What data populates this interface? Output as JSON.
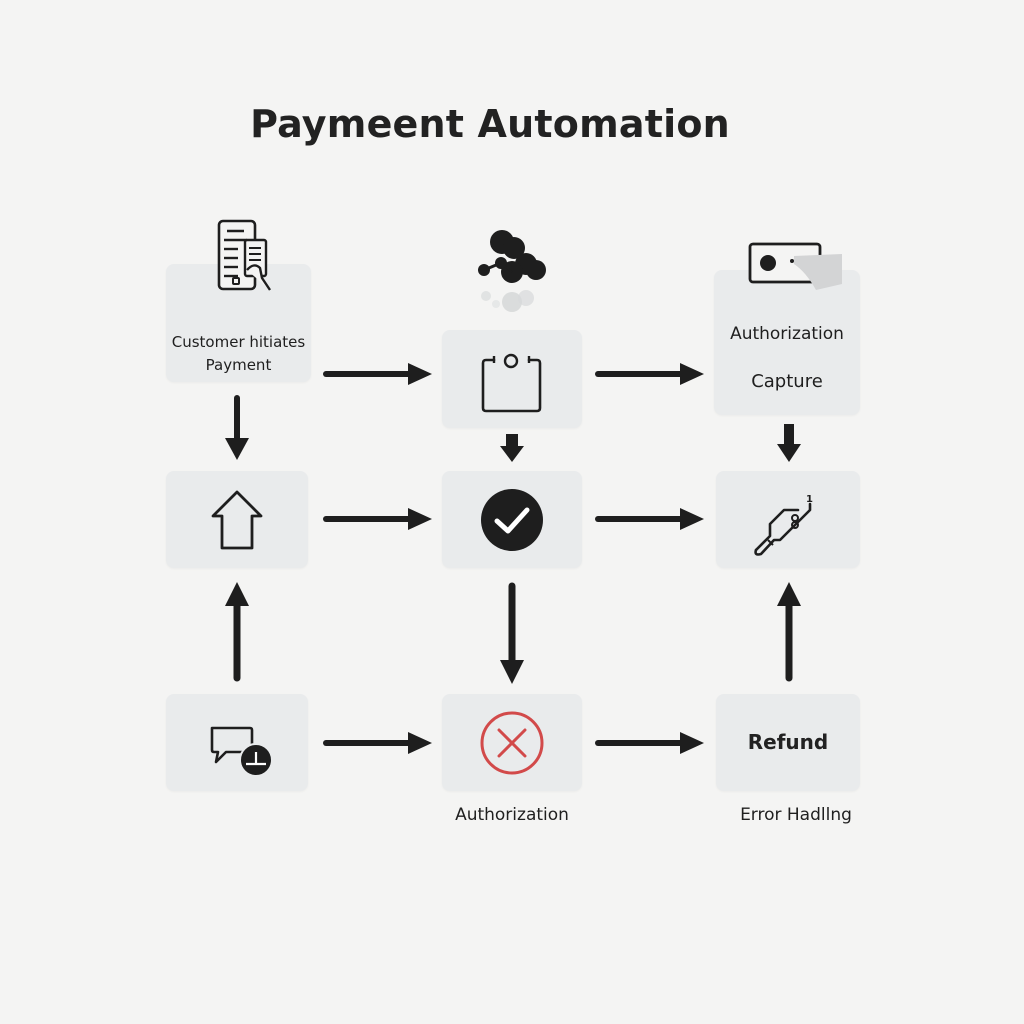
{
  "diagram": {
    "title": "Paymeent Automation",
    "nodes": [
      {
        "id": "customer-initiates",
        "row": 1,
        "col": 1,
        "label_line1": "Customer hitiates",
        "label_line2": "Payment",
        "icon": "mobile-document-icon"
      },
      {
        "id": "process-box",
        "row": 1,
        "col": 2,
        "label": "",
        "icon": "cycle-frame-icon",
        "top_icon": "cloud-network-icon"
      },
      {
        "id": "authorization-capture",
        "row": 1,
        "col": 3,
        "label_line1": "Authorization",
        "label_line2": "Capture",
        "icon": "card-icon"
      },
      {
        "id": "upload",
        "row": 2,
        "col": 1,
        "label": "",
        "icon": "house-arrow-up-icon"
      },
      {
        "id": "approved",
        "row": 2,
        "col": 2,
        "label": "",
        "icon": "check-circle-icon"
      },
      {
        "id": "tool",
        "row": 2,
        "col": 3,
        "label": "",
        "icon": "key-tool-icon"
      },
      {
        "id": "message",
        "row": 3,
        "col": 1,
        "label": "",
        "icon": "chat-badge-icon"
      },
      {
        "id": "authorization-declined",
        "row": 3,
        "col": 2,
        "label": "Authorization",
        "icon": "x-circle-icon"
      },
      {
        "id": "refund",
        "row": 3,
        "col": 3,
        "label": "Refund",
        "caption": "Error Hadllng",
        "icon": ""
      }
    ],
    "edges": [
      {
        "from": "customer-initiates",
        "to": "process-box",
        "direction": "right"
      },
      {
        "from": "process-box",
        "to": "authorization-capture",
        "direction": "right"
      },
      {
        "from": "customer-initiates",
        "to": "upload",
        "direction": "down"
      },
      {
        "from": "process-box",
        "to": "approved",
        "direction": "down"
      },
      {
        "from": "authorization-capture",
        "to": "tool",
        "direction": "down"
      },
      {
        "from": "upload",
        "to": "approved",
        "direction": "right"
      },
      {
        "from": "approved",
        "to": "tool",
        "direction": "right"
      },
      {
        "from": "message",
        "to": "upload",
        "direction": "up"
      },
      {
        "from": "approved",
        "to": "authorization-declined",
        "direction": "down"
      },
      {
        "from": "refund",
        "to": "tool",
        "direction": "up"
      },
      {
        "from": "message",
        "to": "authorization-declined",
        "direction": "right"
      },
      {
        "from": "authorization-declined",
        "to": "refund",
        "direction": "right"
      }
    ],
    "colors": {
      "background": "#f4f4f3",
      "box": "#e9ebec",
      "ink": "#1e1e1e",
      "error_red": "#d24a4a"
    }
  }
}
